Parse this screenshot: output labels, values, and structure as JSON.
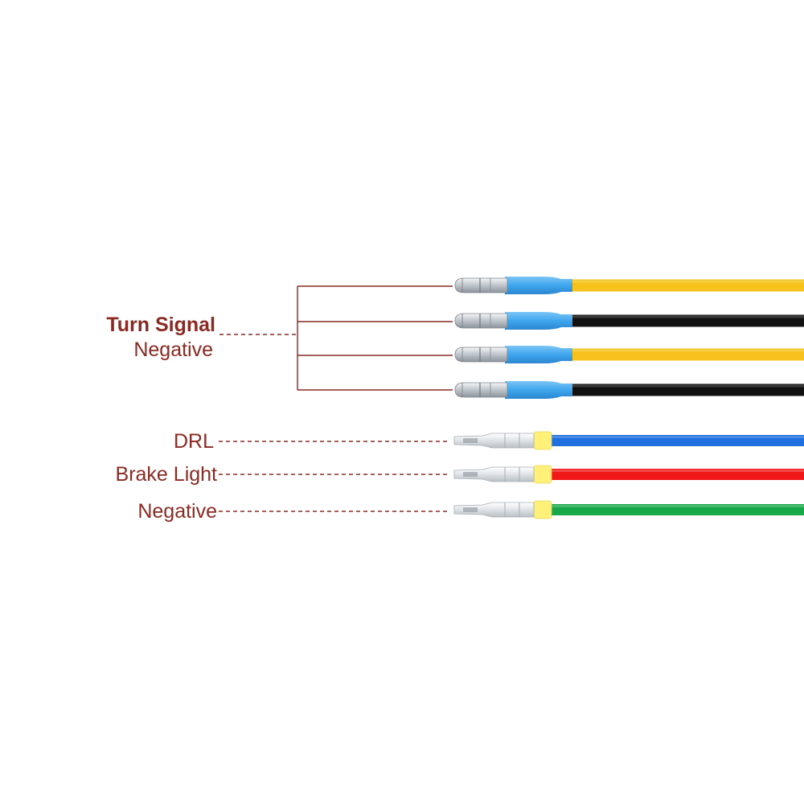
{
  "labels": {
    "turn_signal_line1": "Turn Signal",
    "turn_signal_line2": "Negative",
    "drl": "DRL",
    "brake_light": "Brake Light",
    "negative": "Negative"
  },
  "colors": {
    "label_text": "#8a2a22",
    "leader_line": "#8a2a22",
    "wire_yellow": "#f6c21b",
    "wire_black": "#111111",
    "wire_blue": "#1f6fe0",
    "wire_red": "#f01818",
    "wire_green": "#18a84a",
    "heat_shrink_blue": "#3fa6ee",
    "yellow_sleeve": "#fff07a",
    "metal": "#c9ced3"
  },
  "wires": [
    {
      "group": "turn_signal_negative",
      "color": "yellow",
      "connector": "bullet"
    },
    {
      "group": "turn_signal_negative",
      "color": "black",
      "connector": "bullet"
    },
    {
      "group": "turn_signal_negative",
      "color": "yellow",
      "connector": "bullet"
    },
    {
      "group": "turn_signal_negative",
      "color": "black",
      "connector": "bullet"
    },
    {
      "group": "drl",
      "color": "blue",
      "connector": "pin"
    },
    {
      "group": "brake_light",
      "color": "red",
      "connector": "pin"
    },
    {
      "group": "negative",
      "color": "green",
      "connector": "pin"
    }
  ]
}
